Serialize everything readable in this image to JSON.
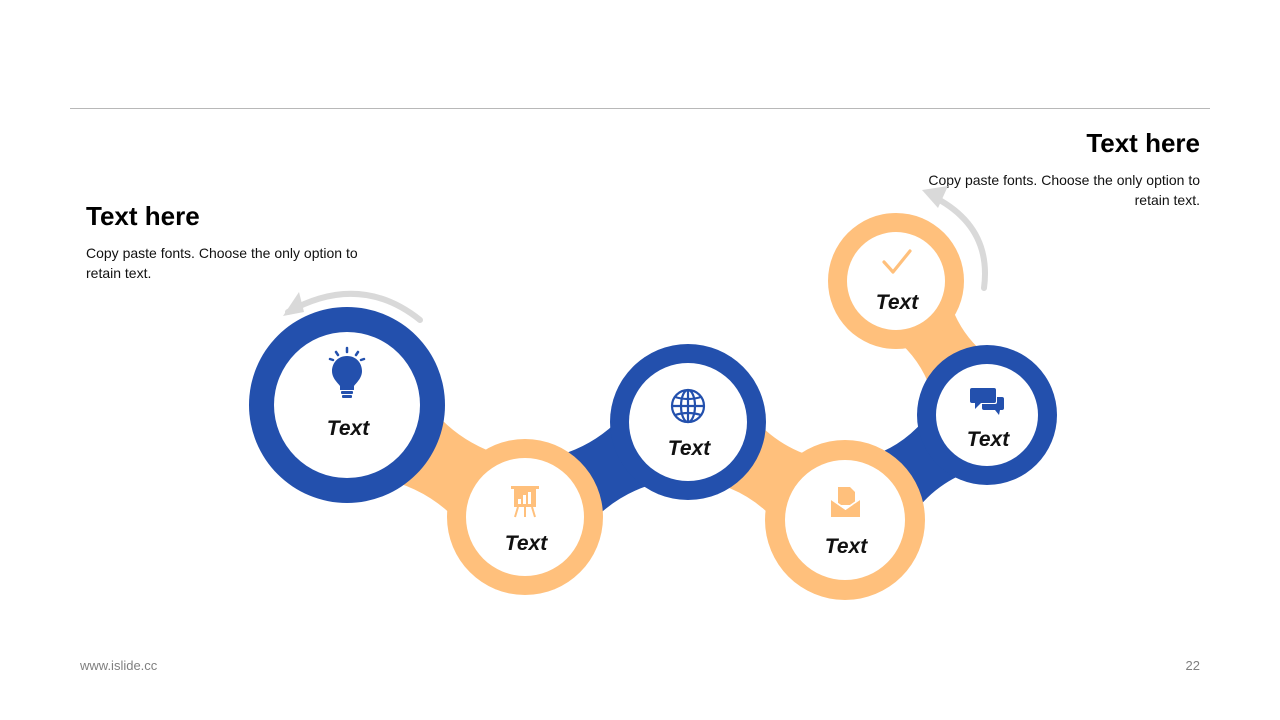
{
  "left_block": {
    "title": "Text here",
    "description": "Copy paste fonts. Choose the only option to retain text."
  },
  "right_block": {
    "title": "Text here",
    "description": "Copy paste fonts. Choose the only option to retain text."
  },
  "colors": {
    "blue": "#2350ad",
    "orange": "#ffc07c",
    "arrow": "#d9d9d9"
  },
  "nodes": [
    {
      "label": "Text",
      "icon": "lightbulb-icon"
    },
    {
      "label": "Text",
      "icon": "presentation-chart-icon"
    },
    {
      "label": "Text",
      "icon": "globe-icon"
    },
    {
      "label": "Text",
      "icon": "envelope-document-icon"
    },
    {
      "label": "Text",
      "icon": "chat-bubbles-icon"
    },
    {
      "label": "Text",
      "icon": "checkmark-icon"
    }
  ],
  "footer": {
    "website": "www.islide.cc",
    "page_number": "22"
  }
}
